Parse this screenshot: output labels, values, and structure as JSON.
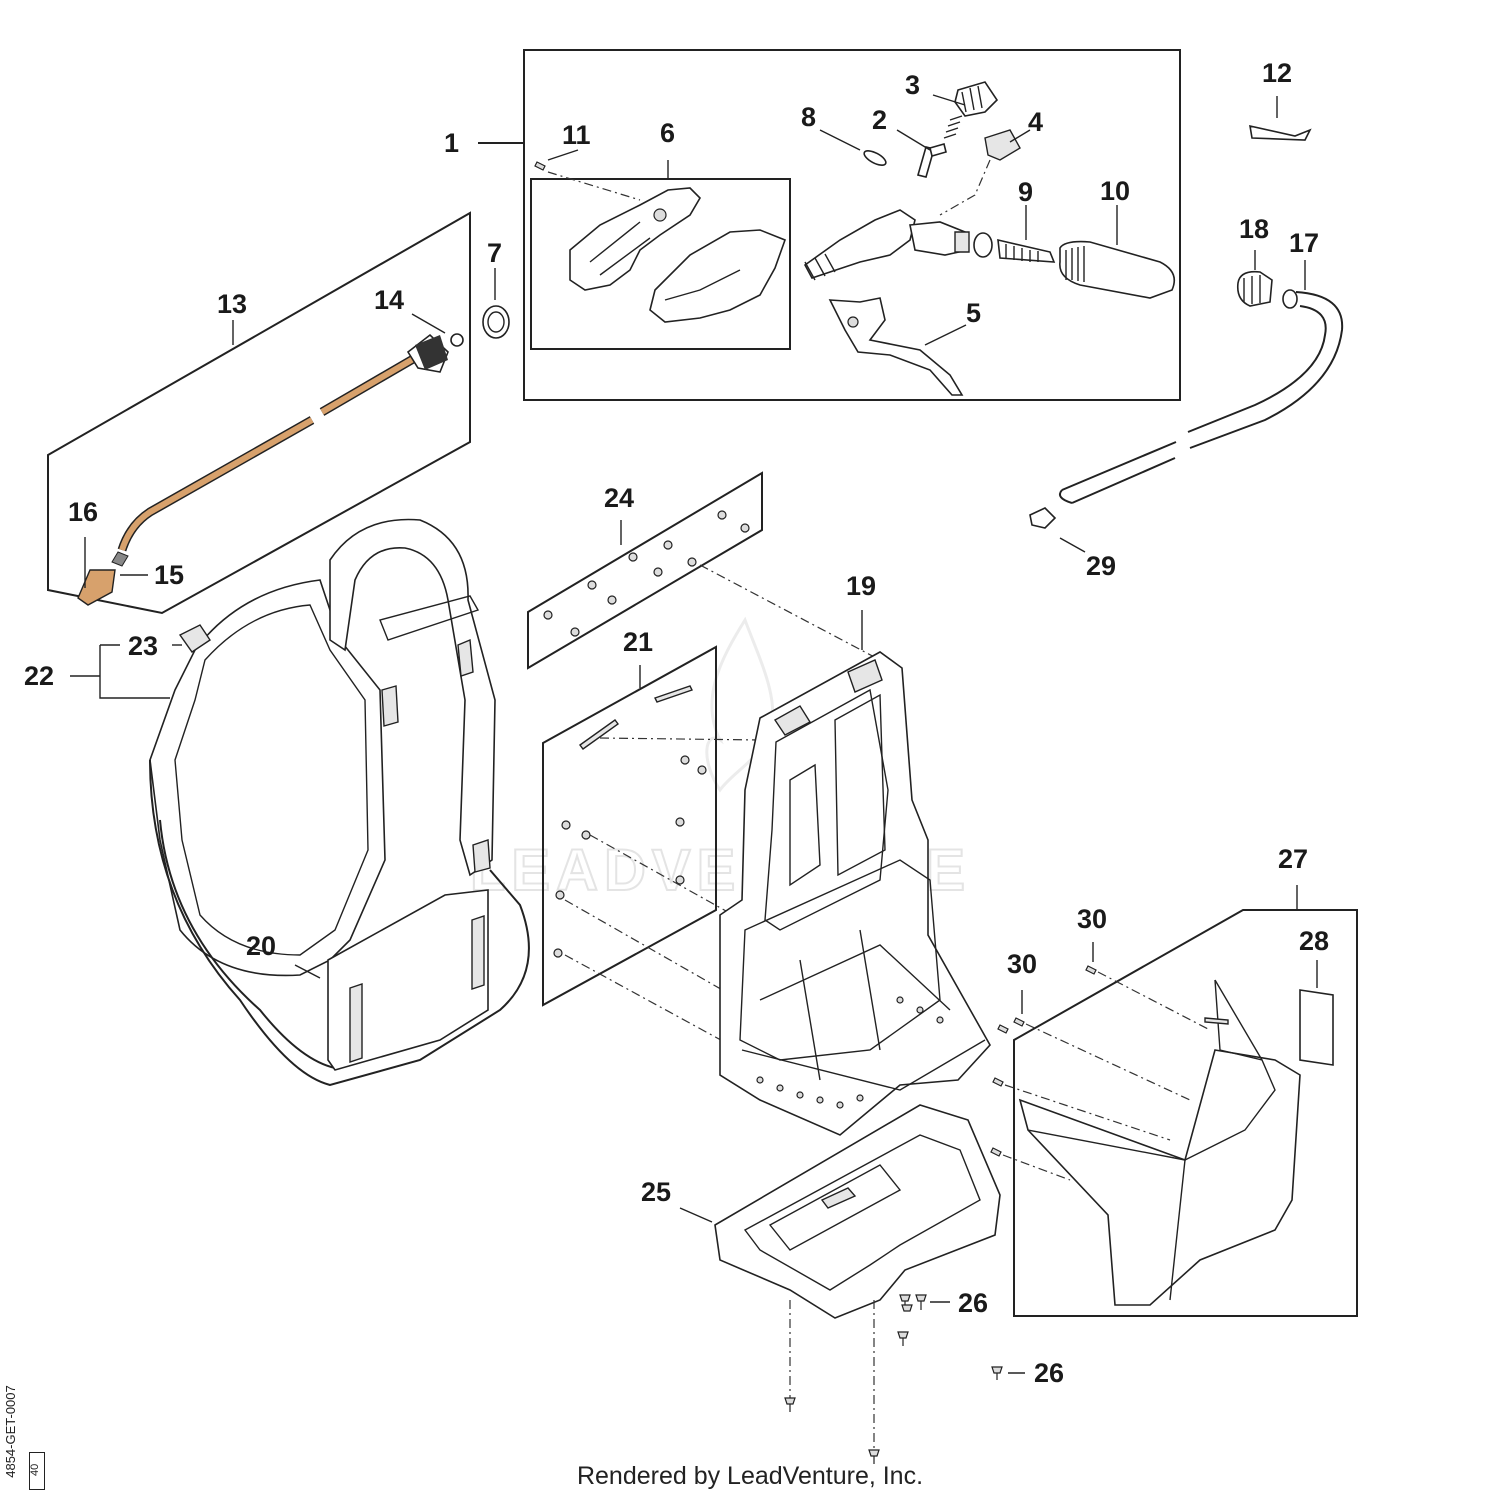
{
  "diagram": {
    "callouts": [
      "1",
      "2",
      "3",
      "4",
      "5",
      "6",
      "7",
      "8",
      "9",
      "10",
      "11",
      "12",
      "13",
      "14",
      "15",
      "16",
      "17",
      "18",
      "19",
      "20",
      "21",
      "22",
      "23",
      "24",
      "25",
      "26",
      "26",
      "27",
      "28",
      "29",
      "30",
      "30"
    ],
    "watermark": "LEADVENTURE",
    "drawing_code": "4854-GET-0007",
    "drawing_revision": "40"
  },
  "footer": {
    "credit": "Rendered by LeadVenture, Inc."
  },
  "colors": {
    "wand": "#d7a16c",
    "line": "#222222",
    "background": "#ffffff"
  }
}
